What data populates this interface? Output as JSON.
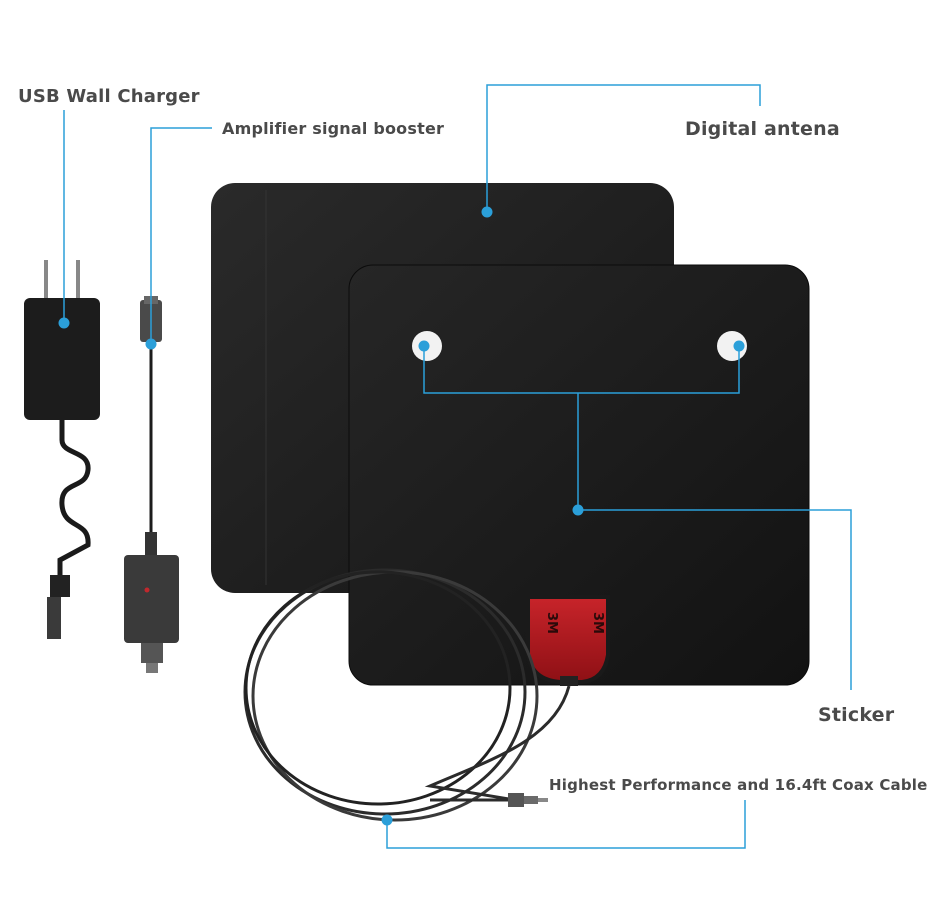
{
  "labels": {
    "usb_wall_charger": "USB Wall Charger",
    "amplifier": "Amplifier signal booster",
    "digital_antenna": "Digital antena",
    "sticker": "Sticker",
    "coax_cable": "Highest Performance and 16.4ft Coax Cable"
  },
  "sticker_brand": "3M",
  "colors": {
    "callout_blue": "#2b9fd9",
    "antenna_black": "#1f1f1f",
    "sticker_red": "#b3161c",
    "label_gray": "#4a4a4a"
  },
  "icons": [
    "power-adapter-icon",
    "amplifier-icon",
    "antenna-panel-icon",
    "coax-cable-icon"
  ]
}
